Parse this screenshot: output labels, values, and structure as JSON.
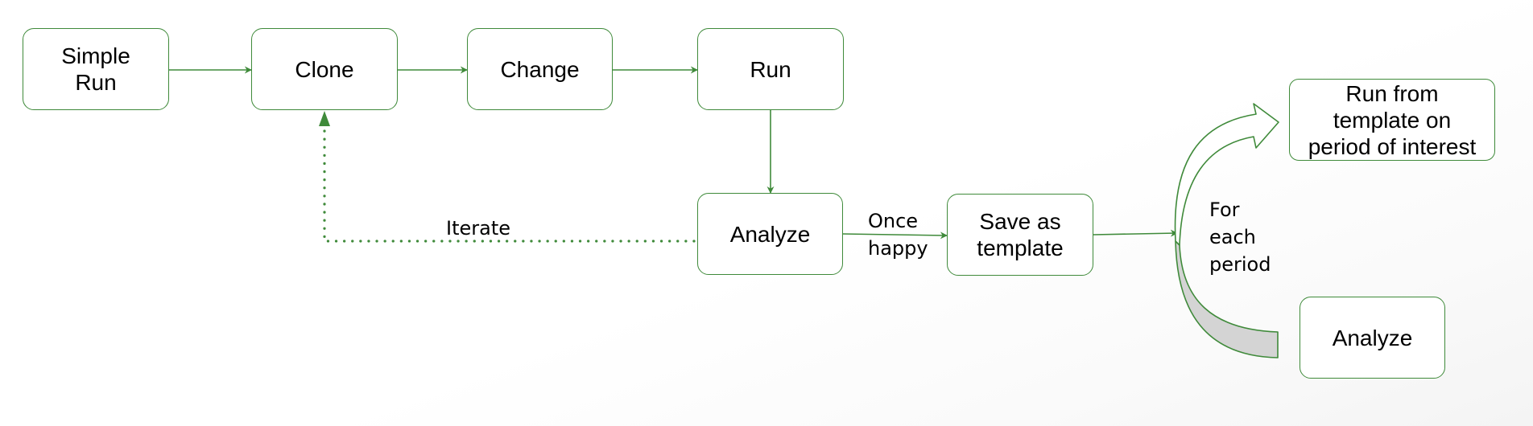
{
  "diagram": {
    "nodes": {
      "simple_run": "Simple\nRun",
      "clone": "Clone",
      "change": "Change",
      "run": "Run",
      "analyze": "Analyze",
      "save_template": "Save as\ntemplate",
      "run_from_template": "Run from\ntemplate on\nperiod of interest",
      "analyze_period": "Analyze"
    },
    "edge_labels": {
      "iterate": "Iterate",
      "once_happy": "Once\nhappy",
      "for_each_period": "For\neach\nperiod"
    },
    "colors": {
      "stroke": "#3f8a3a",
      "loop_fill": "#d4d4d4",
      "background": "#ffffff"
    }
  }
}
